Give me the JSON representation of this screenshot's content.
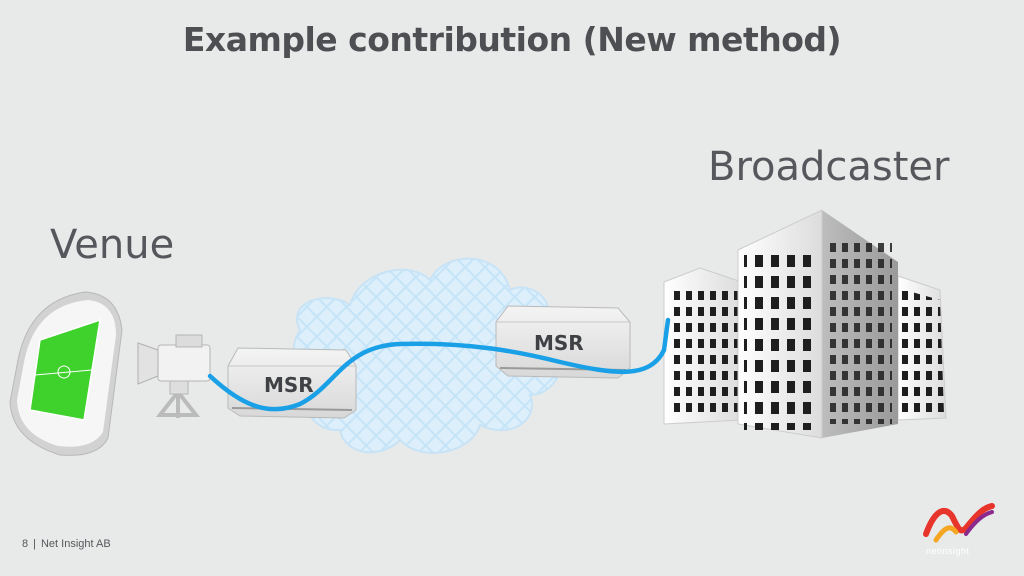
{
  "slide": {
    "title": "Example contribution (New method)",
    "page_number": "8",
    "separator": "|",
    "company": "Net Insight AB"
  },
  "diagram": {
    "venue_label": "Venue",
    "broadcaster_label": "Broadcaster",
    "msr_left_label": "MSR",
    "msr_right_label": "MSR",
    "link_color": "#1aa0e6",
    "cloud_color": "#bfe0f7",
    "pitch_color": "#3fd12c"
  },
  "logo": {
    "text": "netinsight",
    "colors": [
      "#e8352b",
      "#8a2a8c",
      "#f5a623"
    ]
  }
}
